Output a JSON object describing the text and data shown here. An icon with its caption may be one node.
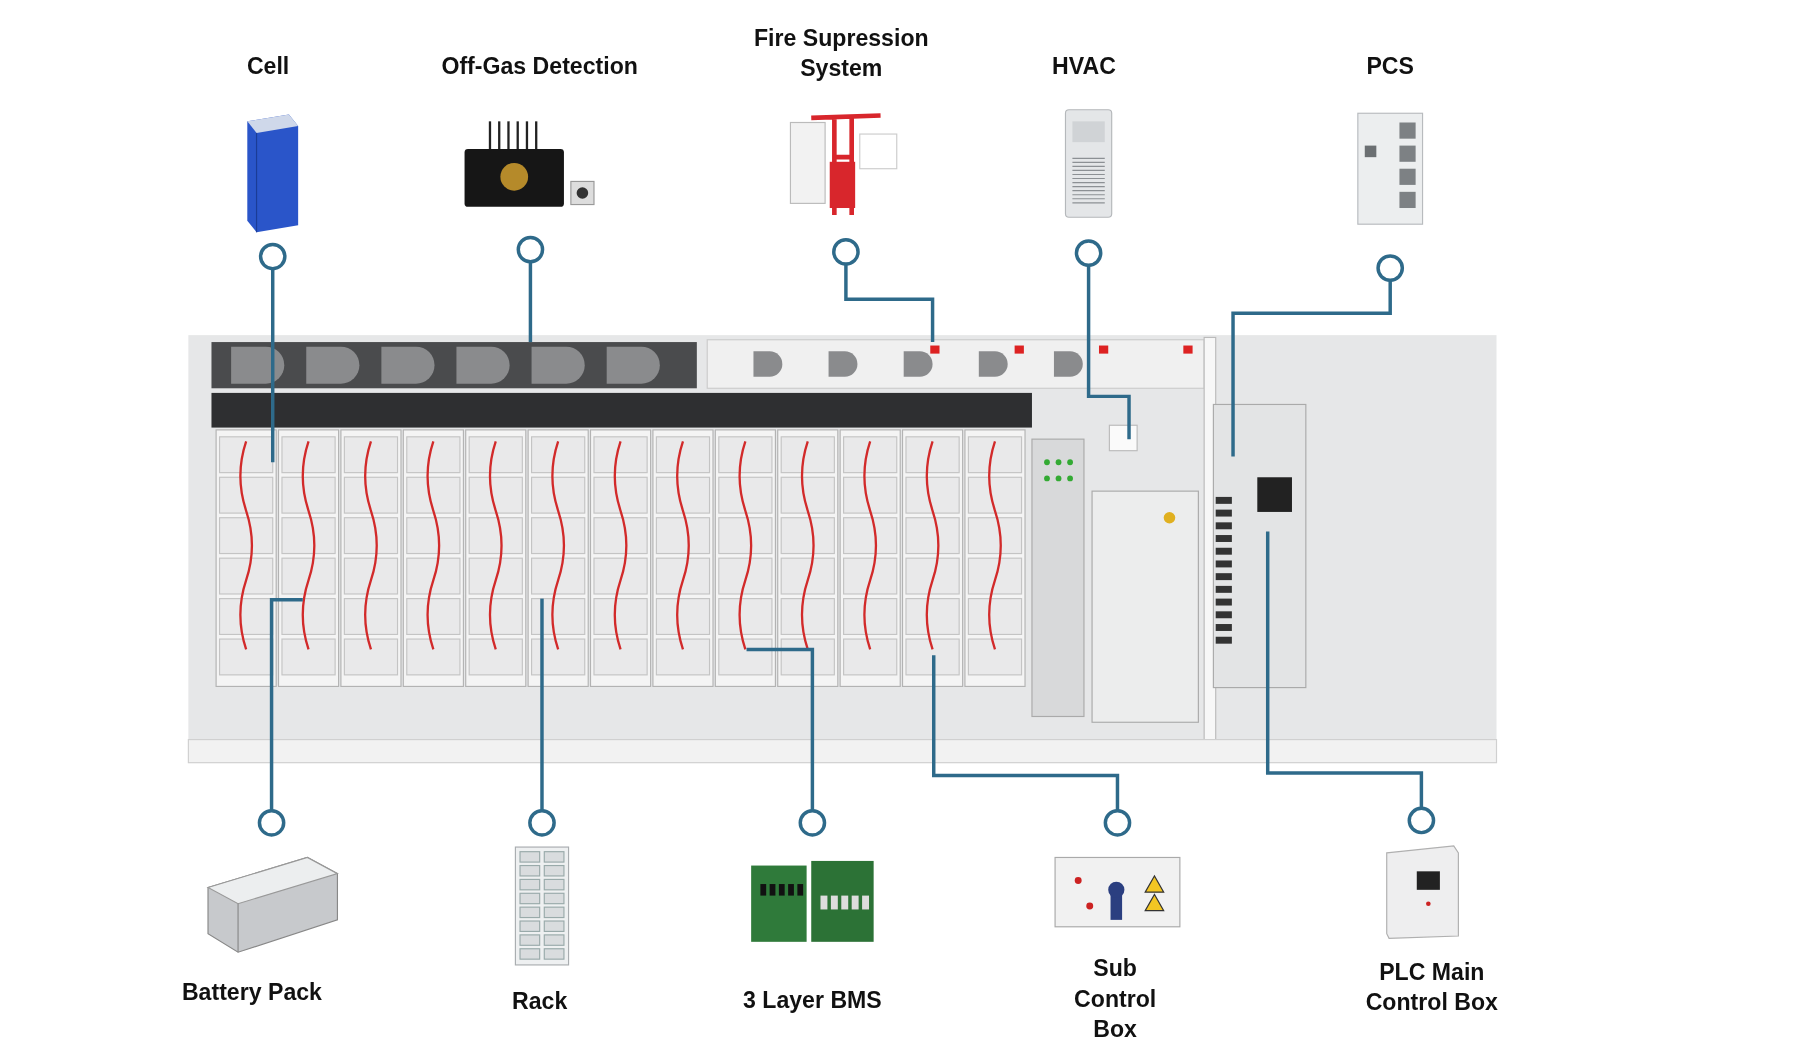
{
  "diagram": {
    "nodes": [
      {
        "text": [
          "Cell"
        ]
      },
      {
        "text": [
          "Off-Gas Detection"
        ]
      },
      {
        "text": [
          "Fire Supression System"
        ]
      },
      {
        "text": [
          "HVAC"
        ]
      },
      {
        "text": [
          "PCS"
        ]
      },
      {
        "text": [
          "Battery Pack"
        ]
      },
      {
        "text": [
          "Rack"
        ]
      },
      {
        "text": [
          "3 Layer BMS"
        ]
      },
      {
        "text": [
          "Sub Control Box"
        ]
      },
      {
        "text": [
          "PLC Main Control Box"
        ]
      }
    ],
    "edges": [
      {
        "from": 0,
        "to": null,
        "arrow": "none"
      },
      {
        "from": 1,
        "to": null,
        "arrow": "none"
      },
      {
        "from": 2,
        "to": null,
        "arrow": "none"
      },
      {
        "from": 3,
        "to": null,
        "arrow": "none"
      },
      {
        "from": 4,
        "to": null,
        "arrow": "none"
      },
      {
        "from": 5,
        "to": null,
        "arrow": "none"
      },
      {
        "from": 6,
        "to": null,
        "arrow": "none"
      },
      {
        "from": 7,
        "to": null,
        "arrow": "none"
      },
      {
        "from": 8,
        "to": null,
        "arrow": "none"
      },
      {
        "from": 9,
        "to": null,
        "arrow": "none"
      }
    ]
  }
}
